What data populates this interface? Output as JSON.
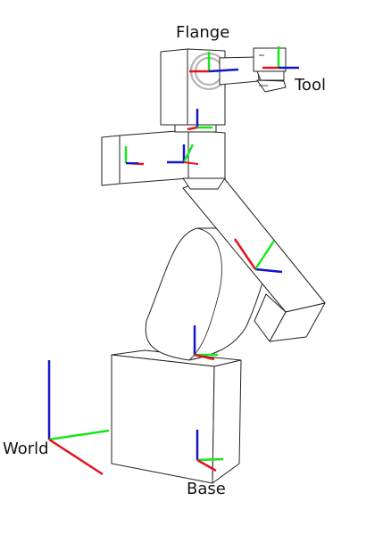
{
  "labels": {
    "flange": "Flange",
    "tool": "Tool",
    "world": "World",
    "base": "Base"
  },
  "colors": {
    "x_axis": "#e0141e",
    "y_axis": "#19e619",
    "z_axis": "#1414c8",
    "outline": "#222222",
    "flange_ring": "#b4b4b4"
  }
}
